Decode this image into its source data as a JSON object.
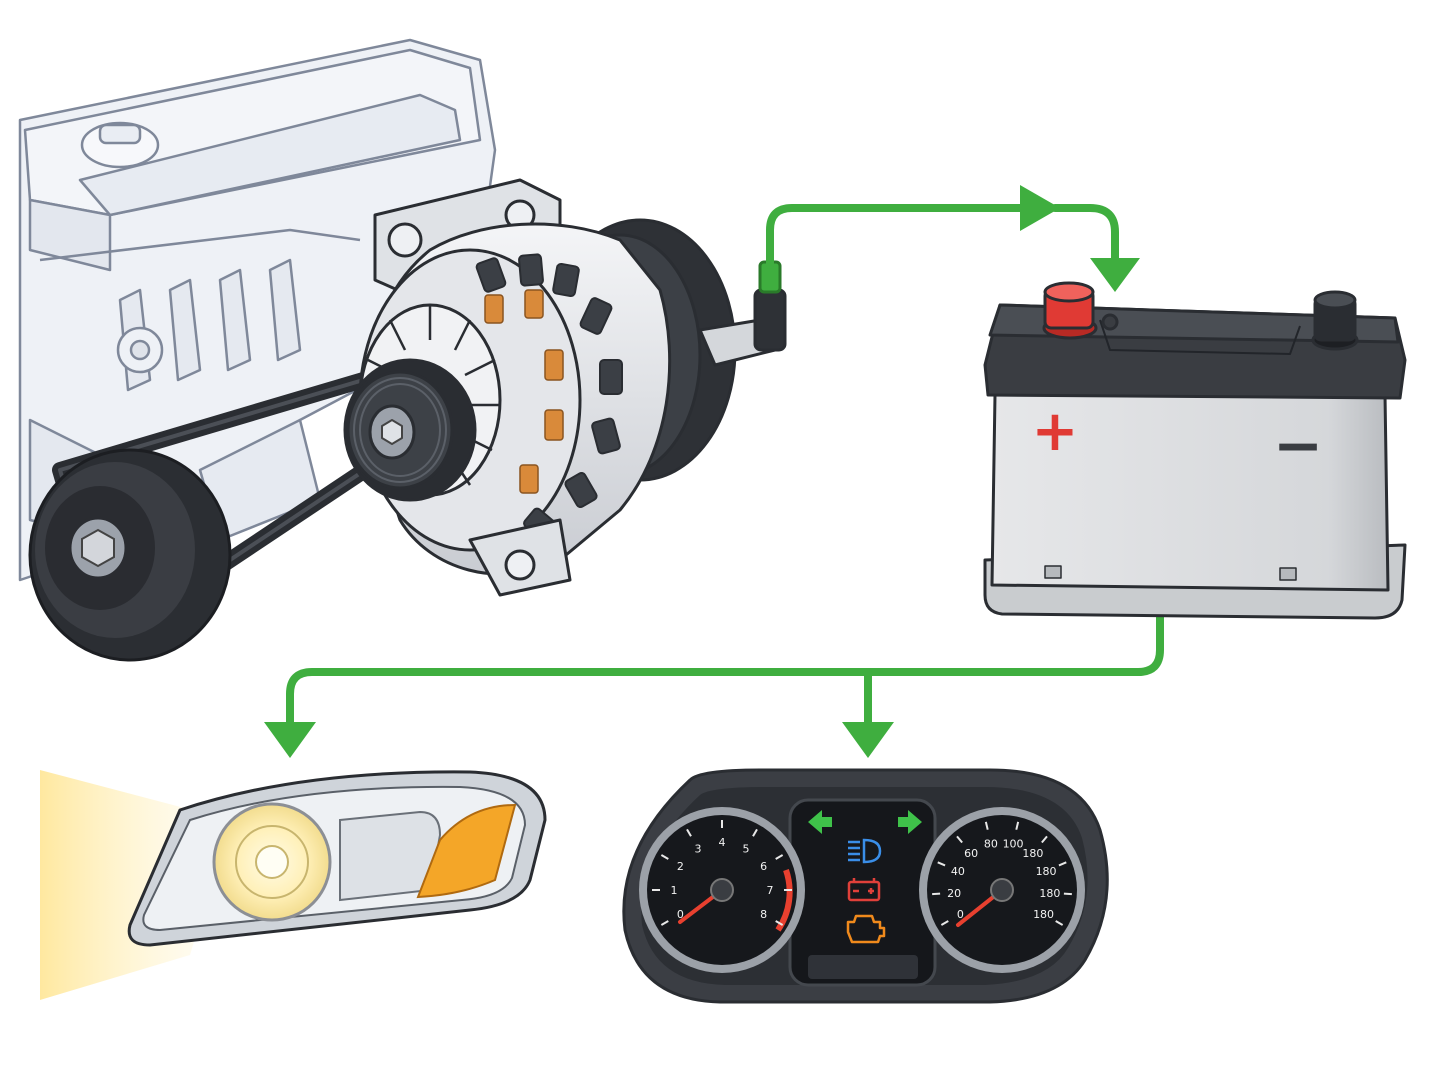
{
  "colors": {
    "flow": "#3fae3f",
    "outline": "#2a2d32",
    "engine_fill": "#eef1f6",
    "engine_line": "#8a94a6",
    "battery_body": "#d9dbde",
    "battery_lid": "#3a3d42",
    "positive": "#e03a34",
    "copper": "#d98a3a",
    "headlight_beam": "#ffe79a",
    "amber": "#f4a628",
    "dash_bezel": "#3b3e44",
    "gauge_face": "#16181c",
    "needle": "#e8402f",
    "icon_blue": "#3a8ee8",
    "icon_red": "#e0403a",
    "icon_orange": "#f08a1c",
    "icon_green": "#3fc24a"
  },
  "battery": {
    "plus_sign": "+",
    "minus_sign": "−"
  },
  "dashboard": {
    "tachometer_ticks": [
      "0",
      "1",
      "2",
      "3",
      "4",
      "5",
      "6",
      "7",
      "8"
    ],
    "speedometer_ticks": [
      "0",
      "20",
      "40",
      "60",
      "80",
      "100",
      "180",
      "180",
      "180",
      "180"
    ],
    "warning_icons": [
      "turn-signal-left",
      "turn-signal-right",
      "headlight-beam",
      "battery-warning",
      "check-engine"
    ]
  }
}
